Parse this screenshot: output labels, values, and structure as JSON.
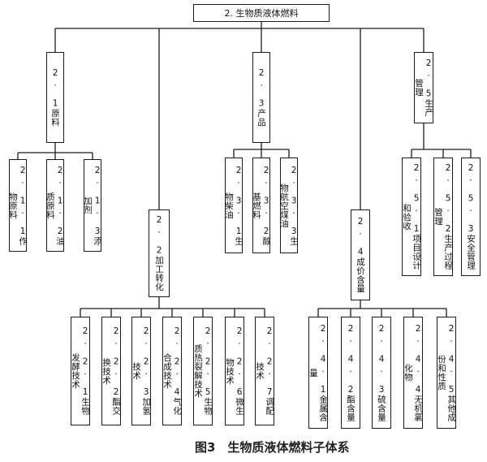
{
  "root": "2. 生物质液体燃料",
  "level1": [
    "2. 1原料",
    "2. 2加工转化",
    "2. 3产品",
    "2. 4成价含量",
    "2. 5生产管理"
  ],
  "raw_materials": [
    "2. 1. 1作物原料",
    "2. 1. 2油质原料",
    "2. 1. 3添加剂"
  ],
  "processing": [
    "2. 2. 1生物发酵技术",
    "2. 2. 2酯交换技术",
    "2. 2. 3加氢技术",
    "2. 2. 4气化合成技术",
    "2. 2. 5生物质热裂解技术",
    "2. 2. 6微生物技术",
    "2. 2. 7调配技术"
  ],
  "products": [
    "2. 3. 1生物柴油",
    "2. 3. 2醇基燃料",
    "2. 3. 3生物航空煤油"
  ],
  "content": [
    "2. 4. 1金属含量",
    "2. 4. 2酯含量",
    "2. 4. 3硫含量",
    "2. 4. 4无机氯化物",
    "2. 4. 5其他成份和性质"
  ],
  "management": [
    "2. 5. 1项目设计和验收",
    "2. 5. 2生产过程管理",
    "2. 5. 3安全管理"
  ],
  "caption": "图3　生物质液体燃料子体系"
}
